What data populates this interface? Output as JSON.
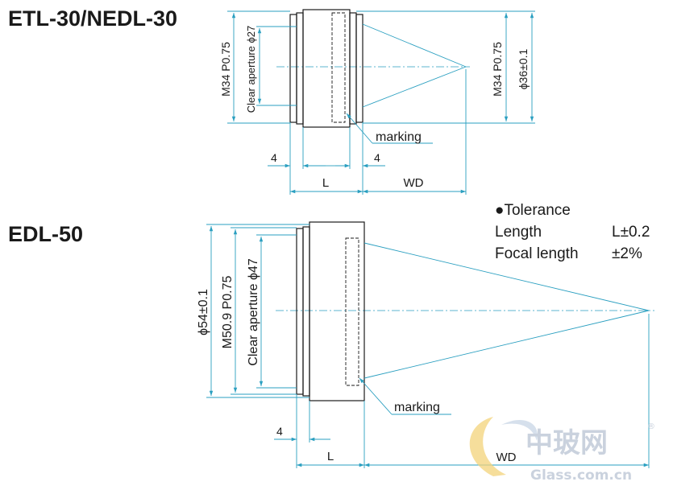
{
  "diagram": {
    "model_top": "ETL-30/NEDL-30",
    "model_bottom": "EDL-50",
    "top": {
      "thread_left": "M34 P0.75",
      "aperture": "Clear aperture ϕ27",
      "thread_right": "M34 P0.75",
      "diameter": "ϕ36±0.1",
      "marking": "marking",
      "dim_4_left": "4",
      "dim_4_right": "4",
      "dim_L": "L",
      "dim_WD": "WD"
    },
    "bottom": {
      "diameter": "ϕ54±0.1",
      "thread": "M50.9 P0.75",
      "aperture": "Clear aperture ϕ47",
      "marking": "marking",
      "dim_4": "4",
      "dim_L": "L",
      "dim_WD": "WD"
    },
    "tolerance": {
      "heading": "●Tolerance",
      "length_label": "Length",
      "length_value": "L±0.2",
      "focal_label": "Focal length",
      "focal_value": "±2%"
    },
    "watermark": {
      "chinese": "中玻网",
      "url": "Glass.com.cn",
      "reg": "®"
    }
  }
}
